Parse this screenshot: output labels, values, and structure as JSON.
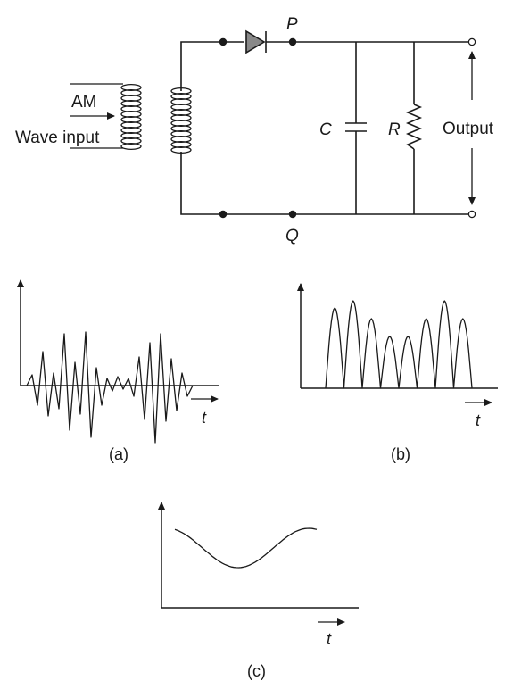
{
  "circuit": {
    "input_label_line1": "AM",
    "input_label_line2": "Wave input",
    "node_p": "P",
    "node_q": "Q",
    "capacitor_label": "C",
    "resistor_label": "R",
    "output_label": "Output"
  },
  "graphs": {
    "a": {
      "caption": "(a)",
      "time_label": "t"
    },
    "b": {
      "caption": "(b)",
      "time_label": "t"
    },
    "c": {
      "caption": "(c)",
      "time_label": "t"
    }
  },
  "colors": {
    "ink": "#1a1a1a",
    "diode_fill": "#888888",
    "background": "#ffffff"
  }
}
